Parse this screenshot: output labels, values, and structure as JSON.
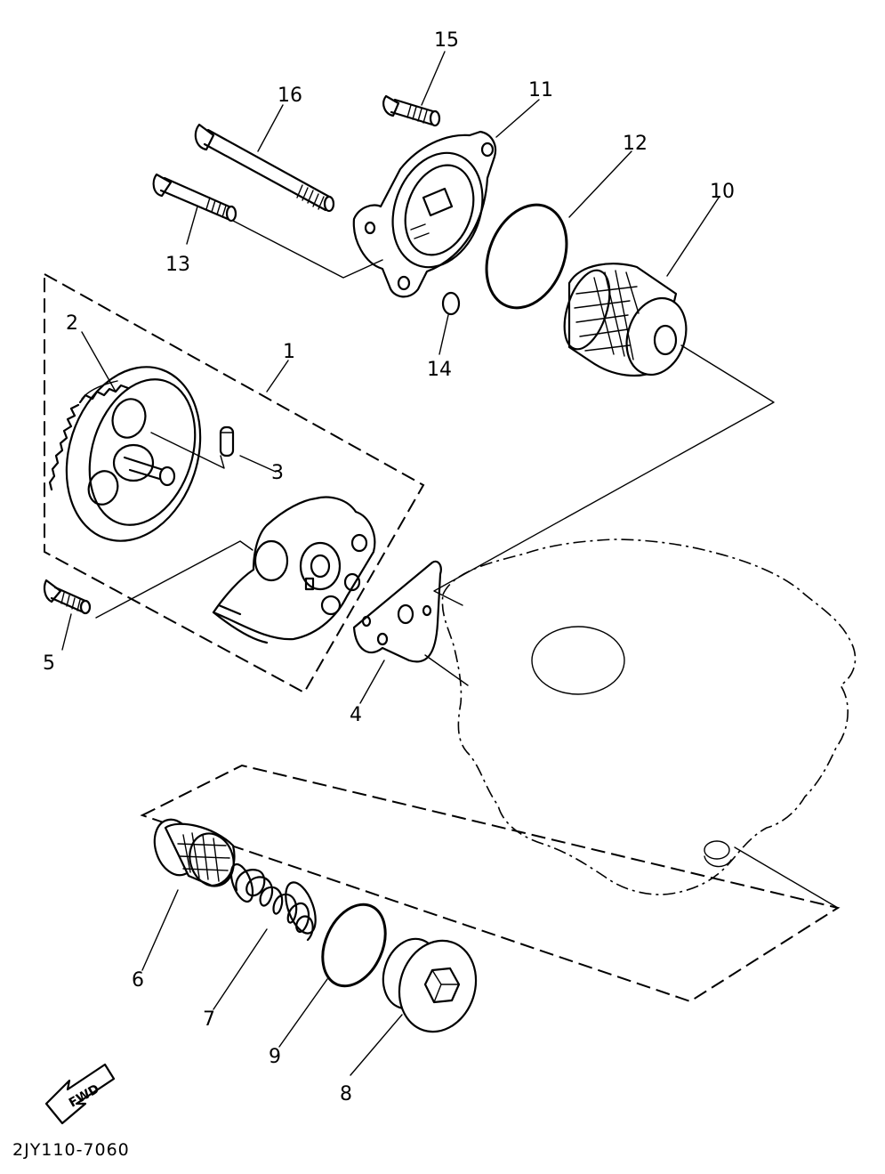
{
  "figure": {
    "code": "2JY110-7060",
    "direction_label": "FWD"
  },
  "callouts": [
    {
      "id": "c1",
      "label": "1"
    },
    {
      "id": "c2",
      "label": "2"
    },
    {
      "id": "c3",
      "label": "3"
    },
    {
      "id": "c4",
      "label": "4"
    },
    {
      "id": "c5",
      "label": "5"
    },
    {
      "id": "c6",
      "label": "6"
    },
    {
      "id": "c7",
      "label": "7"
    },
    {
      "id": "c8",
      "label": "8"
    },
    {
      "id": "c9",
      "label": "9"
    },
    {
      "id": "c10",
      "label": "10"
    },
    {
      "id": "c11",
      "label": "11"
    },
    {
      "id": "c12",
      "label": "12"
    },
    {
      "id": "c13",
      "label": "13"
    },
    {
      "id": "c14",
      "label": "14"
    },
    {
      "id": "c15",
      "label": "15"
    },
    {
      "id": "c16",
      "label": "16"
    }
  ]
}
